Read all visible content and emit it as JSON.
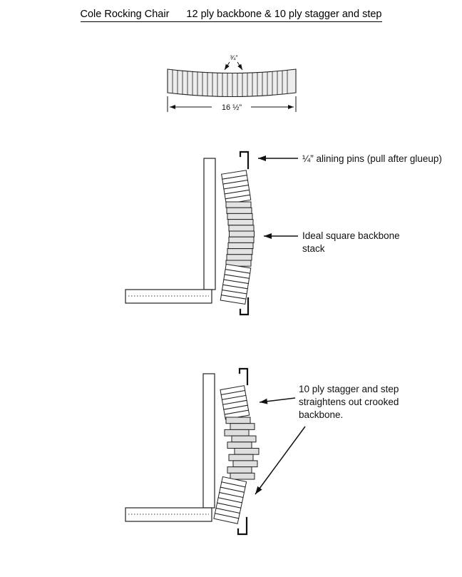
{
  "title": {
    "part1": "Cole Rocking Chair",
    "part2": "12 ply backbone & 10 ply stagger and step"
  },
  "top_view": {
    "ply_width": "¾”",
    "overall_width": "16 ½”"
  },
  "square_stack": {
    "pins_note": "¼” alining pins (pull after glueup)",
    "stack_note": "Ideal square backbone\nstack"
  },
  "stagger_stack": {
    "note": "10 ply stagger and step\nstraightens out crooked\nbackbone."
  }
}
